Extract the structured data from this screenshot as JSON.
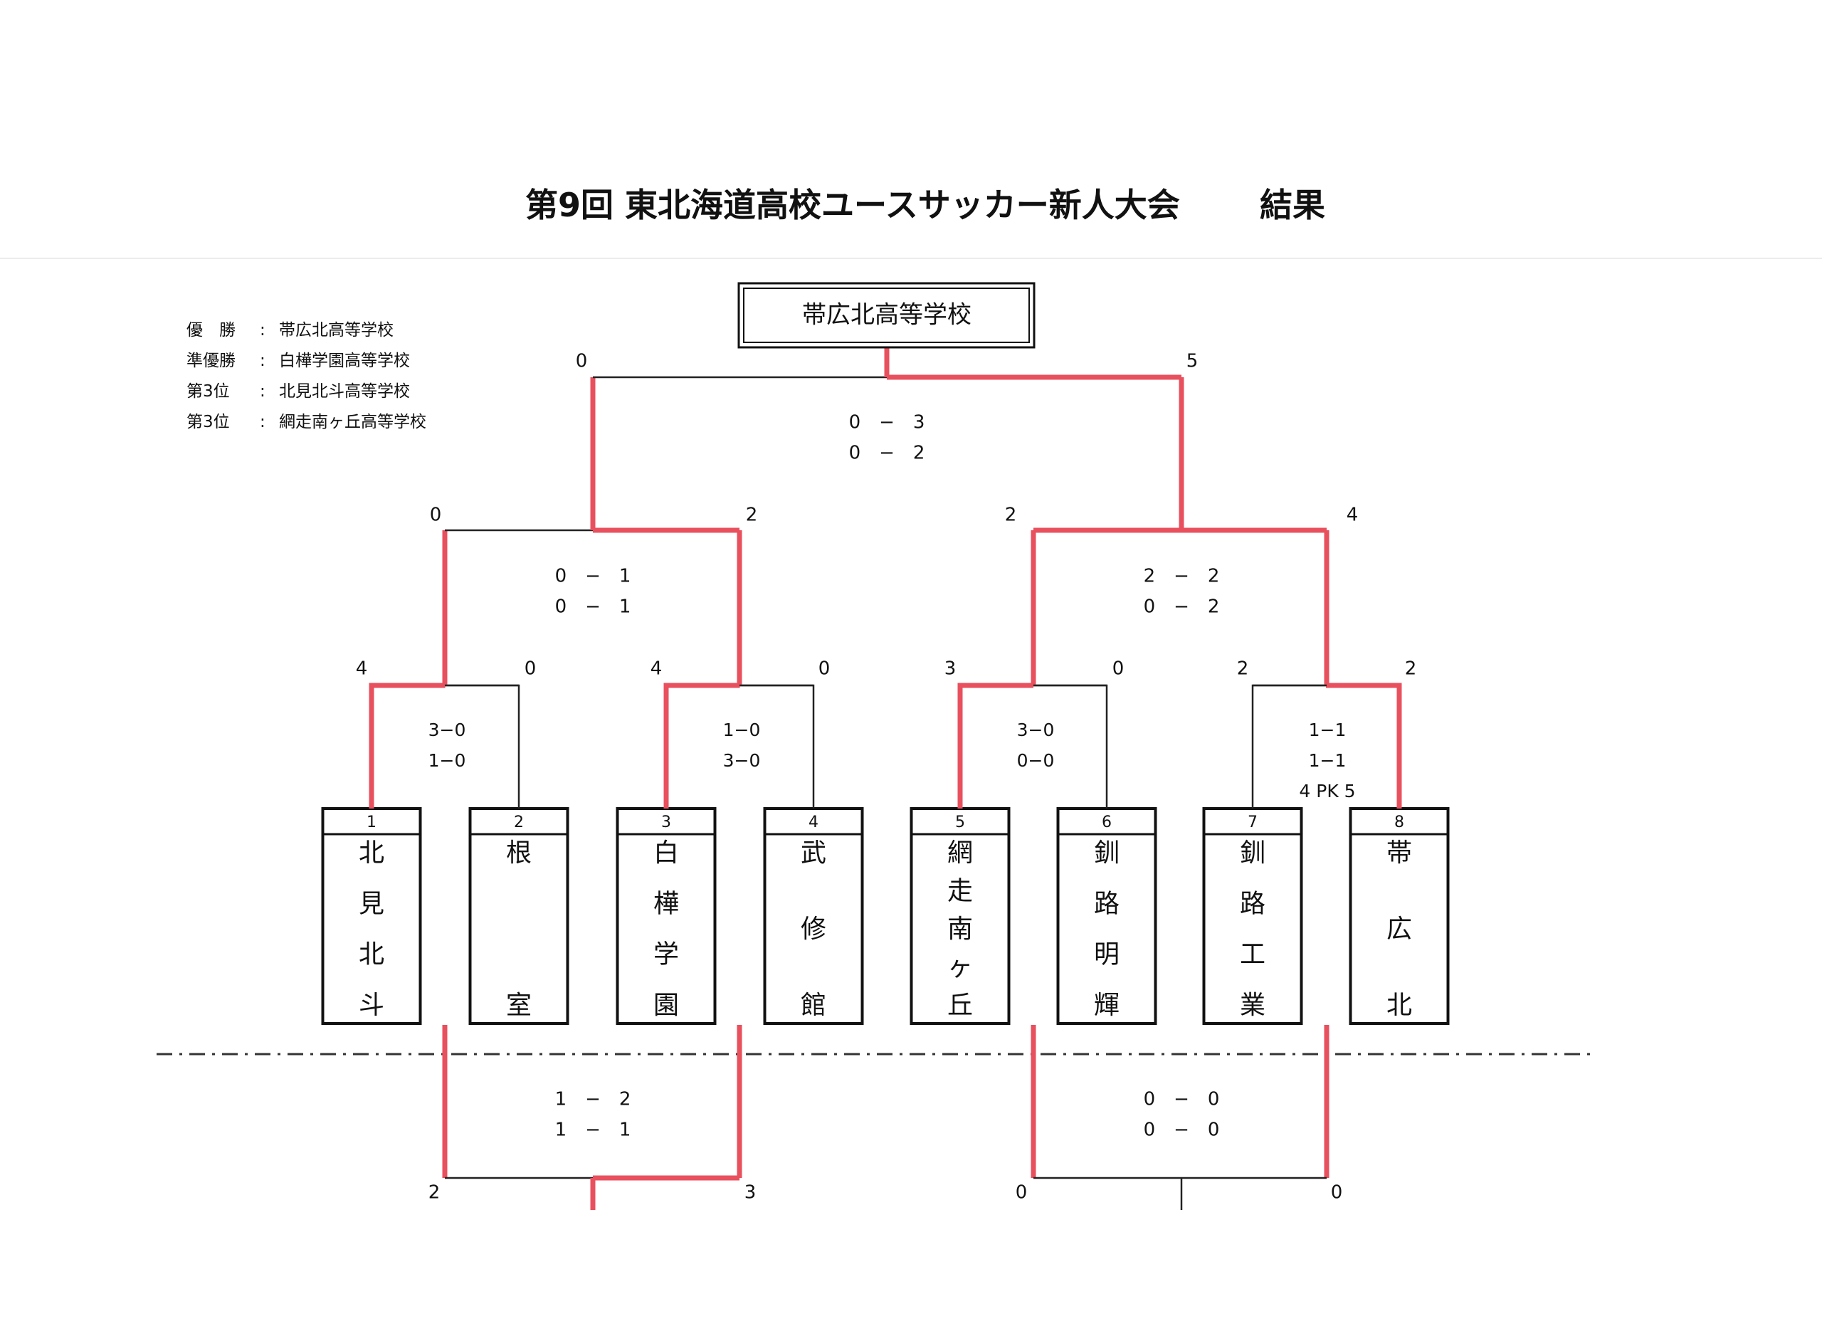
{
  "title": {
    "main": "第9回 東北海道高校ユースサッカー新人大会",
    "suffix": "結果"
  },
  "results": [
    {
      "label": "優　勝",
      "colon": ":",
      "school": "帯広北高等学校"
    },
    {
      "label": "準優勝",
      "colon": ":",
      "school": "白樺学園高等学校"
    },
    {
      "label": "第3位",
      "colon": ":",
      "school": "北見北斗高等学校"
    },
    {
      "label": "第3位",
      "colon": ":",
      "school": "網走南ヶ丘高等学校"
    }
  ],
  "champion": "帯広北高等学校",
  "teams": [
    {
      "num": "1",
      "chars": [
        "北",
        "見",
        "北",
        "斗"
      ]
    },
    {
      "num": "2",
      "chars": [
        "根",
        "室"
      ]
    },
    {
      "num": "3",
      "chars": [
        "白",
        "樺",
        "学",
        "園"
      ]
    },
    {
      "num": "4",
      "chars": [
        "武",
        "修",
        "館"
      ]
    },
    {
      "num": "5",
      "chars": [
        "網",
        "走",
        "南",
        "ヶ",
        "丘"
      ]
    },
    {
      "num": "6",
      "chars": [
        "釧",
        "路",
        "明",
        "輝"
      ]
    },
    {
      "num": "7",
      "chars": [
        "釧",
        "路",
        "工",
        "業"
      ]
    },
    {
      "num": "8",
      "chars": [
        "帯",
        "広",
        "北"
      ]
    }
  ],
  "round1": {
    "totals": [
      "4",
      "0",
      "4",
      "0",
      "3",
      "0",
      "2",
      "2"
    ],
    "halves": [
      [
        "3−0",
        "1−0"
      ],
      [
        "1−0",
        "3−0"
      ],
      [
        "3−0",
        "0−0"
      ],
      [
        "1−1",
        "1−1",
        "4 PK 5"
      ]
    ]
  },
  "semifinal": {
    "totals": [
      "0",
      "2",
      "2",
      "4"
    ],
    "halves": [
      [
        "0　−　1",
        "0　−　1"
      ],
      [
        "2　−　2",
        "0　−　2"
      ]
    ]
  },
  "final": {
    "totals": [
      "0",
      "5"
    ],
    "halves": [
      "0　−　3",
      "0　−　2"
    ]
  },
  "consolation": {
    "totals": [
      "2",
      "3",
      "0",
      "0"
    ],
    "halves": [
      [
        "1　−　2",
        "1　−　1"
      ],
      [
        "0　−　0",
        "0　−　0"
      ]
    ]
  },
  "colors": {
    "winner_line": "#e8505e",
    "line": "#222222",
    "dash": "#333333"
  }
}
